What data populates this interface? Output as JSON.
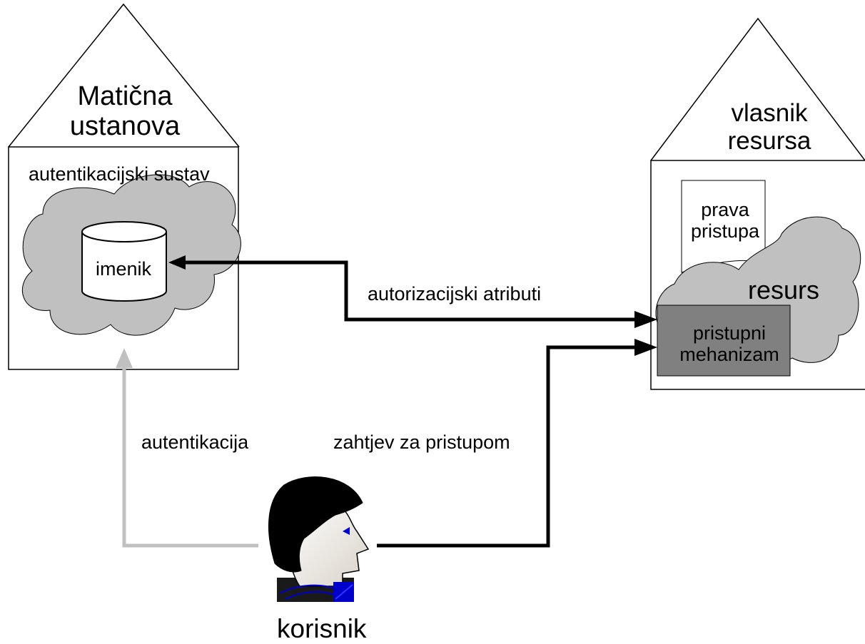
{
  "home_institution": {
    "title_line1": "Matična",
    "title_line2": "ustanova"
  },
  "auth_system": {
    "label": "autentikacijski sustav"
  },
  "directory": {
    "label": "imenik"
  },
  "resource_owner": {
    "title_line1": "vlasnik",
    "title_line2": "resursa"
  },
  "access_rights": {
    "line1": "prava",
    "line2": "pristupa"
  },
  "resource": {
    "label": "resurs"
  },
  "access_mechanism": {
    "line1": "pristupni",
    "line2": "mehanizam"
  },
  "flows": {
    "authorization_attributes": "autorizacijski atributi",
    "authentication": "autentikacija",
    "access_request": "zahtjev za pristupom"
  },
  "user": {
    "label": "korisnik"
  },
  "colors": {
    "cloud_fill": "#c0c0c0",
    "mechanism_fill": "#808080",
    "auth_line": "#c0c0c0",
    "flow_line": "#000000",
    "eye": "#0000cc",
    "collar": "#0000cc"
  }
}
